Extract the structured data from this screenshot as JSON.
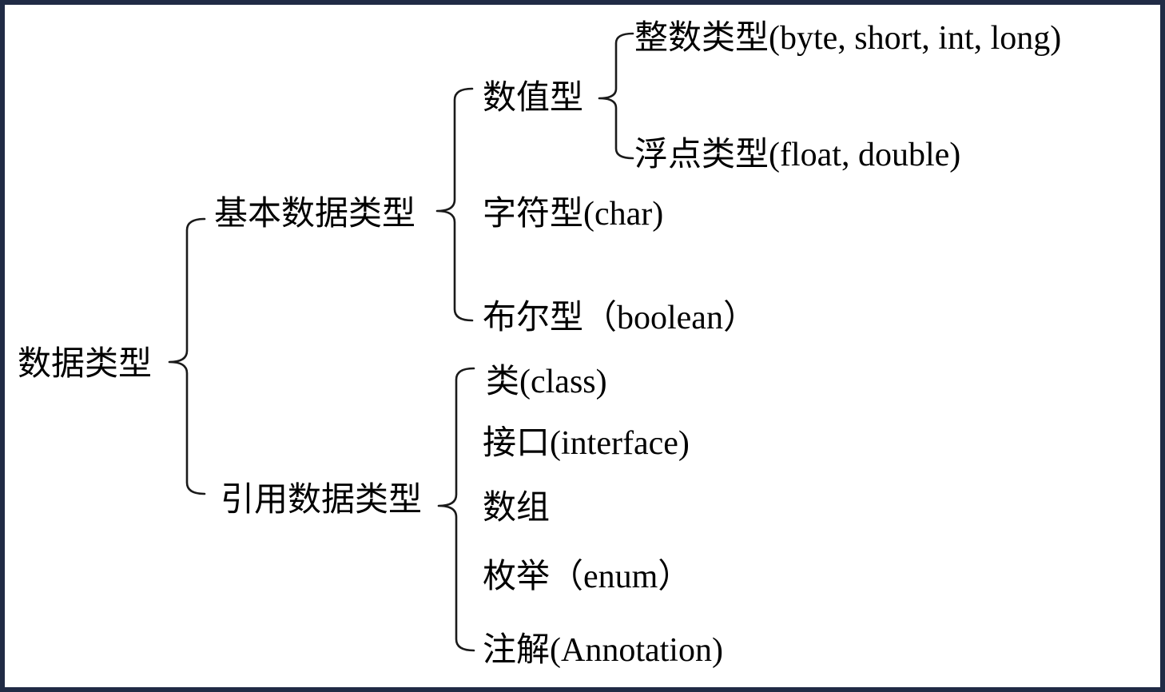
{
  "colors": {
    "background": "#ffffff",
    "border": "#202b45",
    "line": "#1a1a1a",
    "text": "#000000"
  },
  "diagram": {
    "type": "tree",
    "root_key": "root",
    "nodes": {
      "root": {
        "label": "数据类型",
        "children": [
          "primitive",
          "reference"
        ]
      },
      "primitive": {
        "label": "基本数据类型",
        "children": [
          "numeric",
          "char",
          "boolean"
        ]
      },
      "numeric": {
        "label": "数值型",
        "children": [
          "integer",
          "floating"
        ]
      },
      "integer": {
        "label": "整数类型(byte, short, int, long)",
        "children": []
      },
      "floating": {
        "label": "浮点类型(float, double)",
        "children": []
      },
      "char": {
        "label": "字符型(char)",
        "children": []
      },
      "boolean": {
        "label": "布尔型（boolean）",
        "children": []
      },
      "reference": {
        "label": "引用数据类型",
        "children": [
          "class",
          "interface",
          "array",
          "enum",
          "annotation"
        ]
      },
      "class": {
        "label": "类(class)",
        "children": []
      },
      "interface": {
        "label": "接口(interface)",
        "children": []
      },
      "array": {
        "label": "数组",
        "children": []
      },
      "enum": {
        "label": "枚举（enum）",
        "children": []
      },
      "annotation": {
        "label": "注解(Annotation)",
        "children": []
      }
    }
  }
}
